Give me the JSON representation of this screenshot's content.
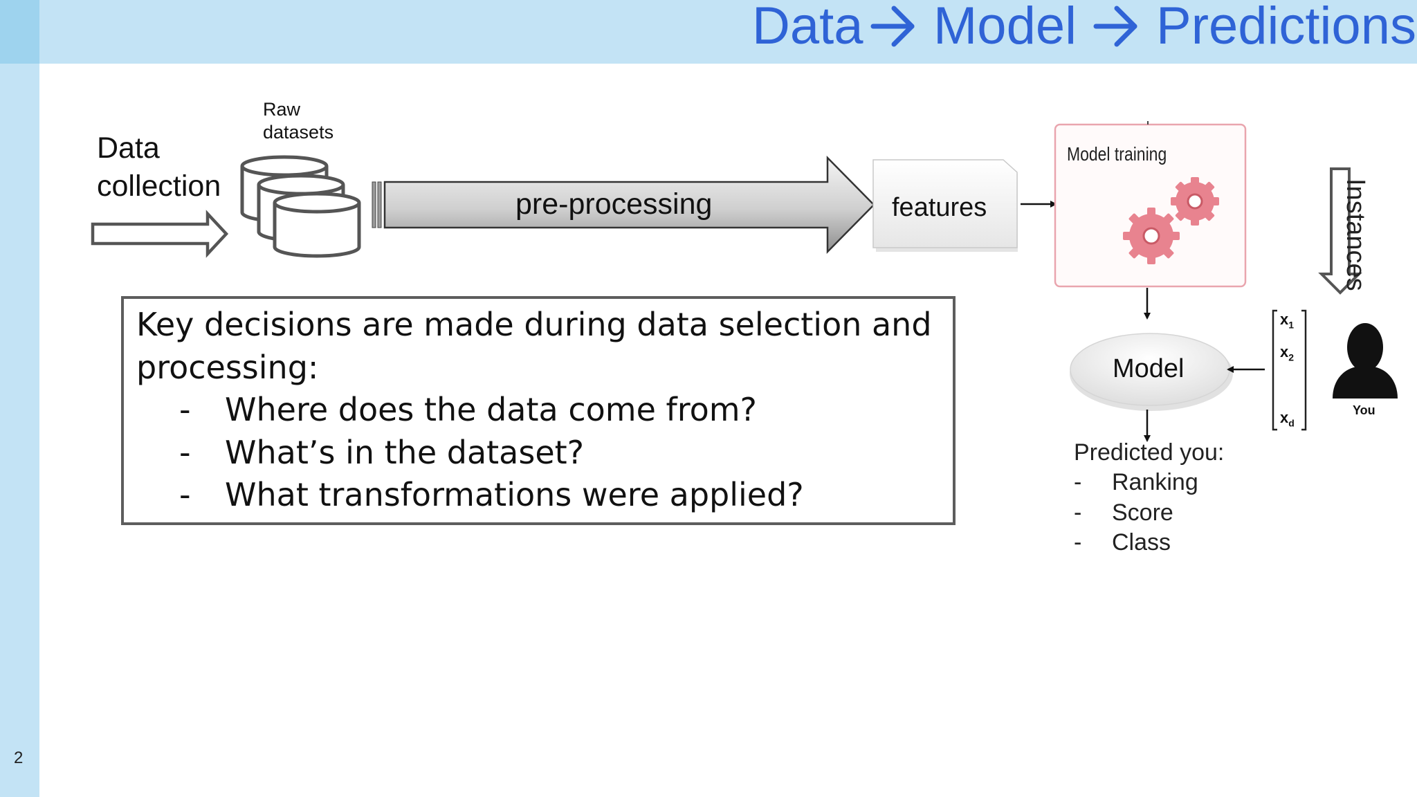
{
  "slide": {
    "title_parts": [
      "Data",
      "Model",
      "Predictions"
    ],
    "page_number": "2"
  },
  "diagram": {
    "data_collection": [
      "Data",
      "collection"
    ],
    "raw_datasets": [
      "Raw",
      "datasets"
    ],
    "preprocessing": "pre-processing",
    "features": "features",
    "model_training": "Model training",
    "instances": "Instances",
    "model": "Model",
    "you": "You",
    "vector": [
      "x1",
      "x2",
      "xd"
    ],
    "predicted_title": "Predicted you:",
    "predicted_items": [
      "Ranking",
      "Score",
      "Class"
    ],
    "bullet": "-"
  },
  "key_box": {
    "lines": [
      "Key decisions are made during data selection and",
      "processing:"
    ],
    "bullets": [
      "Where does the data come from?",
      "What’s in the dataset?",
      "What transformations were applied?"
    ]
  },
  "colors": {
    "header": "#c3e3f5",
    "title": "#2f63d6",
    "gear": "#e8838f",
    "training_border": "#e9a5ae"
  }
}
